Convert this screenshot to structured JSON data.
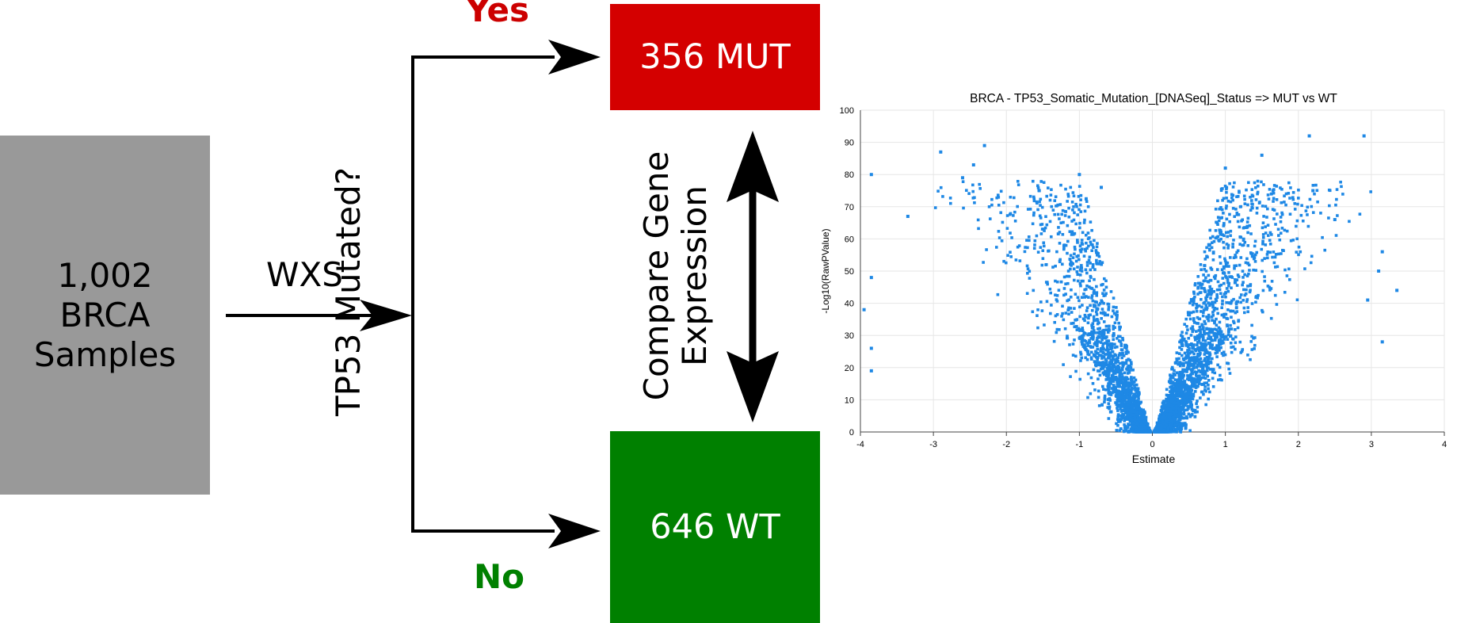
{
  "flow": {
    "samples_lines": [
      "1,002",
      "BRCA",
      "Samples"
    ],
    "wxs": "WXS",
    "question": "TP53 Mutated?",
    "yes": "Yes",
    "no": "No",
    "mut_box": "356 MUT",
    "wt_box": "646 WT",
    "compare_lines": [
      "Compare Gene",
      "Expression"
    ]
  },
  "colors": {
    "samples_box": "#999999",
    "mut_box": "#d40000",
    "wt_box": "#008000",
    "yes_text": "#cc0000",
    "no_text": "#008000",
    "points": "#1e88e5"
  },
  "chart_data": {
    "type": "scatter",
    "title": "BRCA - TP53_Somatic_Mutation_[DNASeq]_Status => MUT vs WT",
    "xlabel": "Estimate",
    "ylabel": "-Log10(RawPValue)",
    "xlim": [
      -4,
      4
    ],
    "ylim": [
      0,
      100
    ],
    "xticks": [
      "-4",
      "-3",
      "-2",
      "-1",
      "0",
      "1",
      "2",
      "3",
      "4"
    ],
    "yticks": [
      "0",
      "10",
      "20",
      "30",
      "40",
      "50",
      "60",
      "70",
      "80",
      "90",
      "100"
    ],
    "grid": true,
    "shape": "volcano",
    "highlighted_points": [
      {
        "x": -3.85,
        "y": 80
      },
      {
        "x": -2.9,
        "y": 87
      },
      {
        "x": -2.3,
        "y": 89
      },
      {
        "x": -2.45,
        "y": 83
      },
      {
        "x": -2.6,
        "y": 79
      },
      {
        "x": -3.35,
        "y": 67
      },
      {
        "x": -3.95,
        "y": 38
      },
      {
        "x": -3.85,
        "y": 26
      },
      {
        "x": -3.85,
        "y": 19
      },
      {
        "x": -3.85,
        "y": 48
      },
      {
        "x": -1.55,
        "y": 75
      },
      {
        "x": -1.0,
        "y": 80
      },
      {
        "x": -0.7,
        "y": 76
      },
      {
        "x": 1.0,
        "y": 82
      },
      {
        "x": 1.5,
        "y": 86
      },
      {
        "x": 2.15,
        "y": 92
      },
      {
        "x": 2.9,
        "y": 92
      },
      {
        "x": 2.2,
        "y": 75
      },
      {
        "x": 2.5,
        "y": 66
      },
      {
        "x": 3.15,
        "y": 56
      },
      {
        "x": 3.1,
        "y": 50
      },
      {
        "x": 3.35,
        "y": 44
      },
      {
        "x": 2.95,
        "y": 41
      },
      {
        "x": 3.15,
        "y": 28
      }
    ]
  }
}
